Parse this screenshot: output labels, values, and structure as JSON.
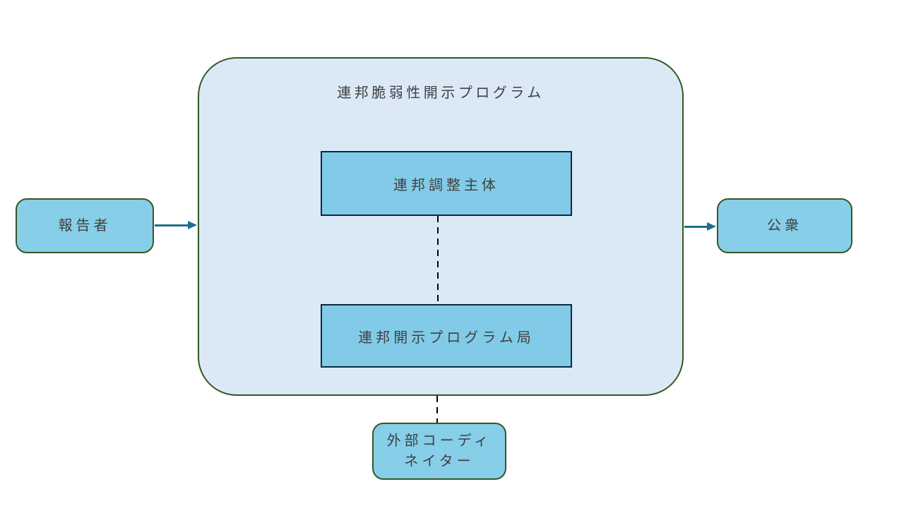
{
  "diagram": {
    "container": {
      "title": "連邦脆弱性開示プログラム"
    },
    "nodes": {
      "coordinating_entity": {
        "label": "連邦調整主体",
        "shape": "rectangle"
      },
      "disclosure_office": {
        "label": "連邦開示プログラム局",
        "shape": "rectangle"
      },
      "reporter": {
        "label": "報告者",
        "shape": "rounded-rectangle"
      },
      "public": {
        "label": "公衆",
        "shape": "rounded-rectangle"
      },
      "external_coordinator": {
        "label": "外部コーディ\nネイター",
        "shape": "rounded-rectangle"
      }
    },
    "connectors": {
      "reporter_to_program": {
        "type": "solid-arrow",
        "direction": "right"
      },
      "program_to_public": {
        "type": "solid-arrow",
        "direction": "right"
      },
      "entity_to_office": {
        "type": "dashed-line"
      },
      "program_to_external_coordinator": {
        "type": "dashed-line"
      }
    },
    "colors": {
      "container_fill": "#dbe9f7",
      "container_border": "#375623",
      "node_fill": "#87cee9",
      "node_border": "#375623",
      "inner_fill": "#82cbe8",
      "inner_border": "#0e2841",
      "arrow": "#1f6e8e",
      "dashed_line": "#000000",
      "text": "#404040"
    }
  }
}
